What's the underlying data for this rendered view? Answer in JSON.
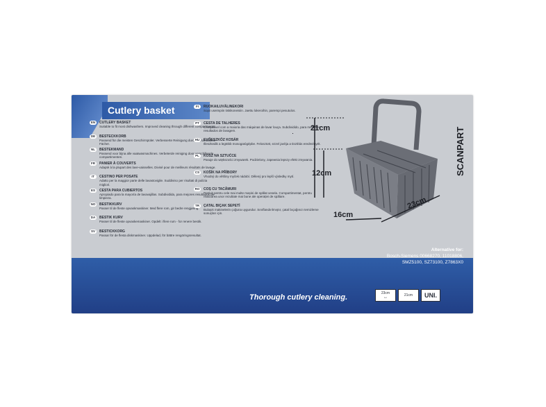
{
  "panel": {
    "title": "Cutlery basket",
    "tagline": "Thorough cutlery cleaning.",
    "brand": "SCANPART",
    "alternative_header": "Alternative for:",
    "alternative_lines": [
      "Bosch-Siemens 00668270, 11018806,",
      "SMZ5100, SZ73100, Z7863X0"
    ],
    "badge_width": "23cm",
    "badge_height": "21cm",
    "badge_uni": "UNI."
  },
  "dimensions": {
    "height_total": "21cm",
    "height_inner": "12cm",
    "depth": "16cm",
    "width": "23cm"
  },
  "languages_left": [
    {
      "code": "EN",
      "head": "CUTLERY BASKET",
      "body": "Suitable to fit most dishwashers. Improved cleaning through different compartments."
    },
    {
      "code": "DE",
      "head": "BESTECKKORB",
      "body": "Passend für die meisten Geschirrspüler. Verbesserte Reinigung durch verschiedene Fächer."
    },
    {
      "code": "NL",
      "head": "BESTEKMAND",
      "body": "Passend voor bijna alle vaatwasmachines. Verbeterde reiniging door verschillende compartimenten."
    },
    {
      "code": "FR",
      "head": "PANIER À COUVERTS",
      "body": "Adapté à la plupart des lave-vaisselles. Divisé pour de meilleurs résultats de lavage."
    },
    {
      "code": "IT",
      "head": "CESTINO PER POSATE",
      "body": "Adatto per la maggior parte delle lavastoviglie. Suddiviso per risultati di pulizia migliori."
    },
    {
      "code": "ES",
      "head": "CESTA PARA CUBIERTOS",
      "body": "Apropiado para la mayoría de lavavajillas. Subdividida, para mejores resultados de limpieza."
    },
    {
      "code": "NO",
      "head": "BESTIKKURV",
      "body": "Passer til de fleste opvaskmaskiner. Med flere rom, gir bedre rengjøring."
    },
    {
      "code": "DA",
      "head": "BESTIK KURV",
      "body": "Passer til de fleste opvaskemaskiner. Opdelt i flere rum - for renere bestik."
    },
    {
      "code": "SV",
      "head": "BESTICKKORG",
      "body": "Passar för de flesta diskmaskiner. Uppdelad, för bättre rengöringsresultat."
    }
  ],
  "languages_right": [
    {
      "code": "FI",
      "head": "RUOKAILUVÄLINEKORI",
      "body": "Sopii useimpiin tiskikoneisiin. Jaettu lokeroihin, parempi pesutulos."
    },
    {
      "code": "PT",
      "head": "CESTA DE TALHERES",
      "body": "Compatível com a maioria das máquinas de lavar louça. Subdividido, para melhores resultados de lavagem."
    },
    {
      "code": "HU",
      "head": "EVŐESZKÖZ KOSÁR",
      "body": "Illeszkedik a legtöbb mosogatógépbe. Felosztott, ezzel javítja a tisztítás eredményét."
    },
    {
      "code": "PL",
      "head": "KOSZ NA SZTUĆCE",
      "body": "Pasuje do większości zmywarek. Podzielony, zapewnia lepszy efekt zmywania."
    },
    {
      "code": "CS",
      "head": "KOŠÍK NA PŘÍBORY",
      "body": "Vhodný do většiny myček nádobí. Dělený pro lepší výsledky mytí."
    },
    {
      "code": "RO",
      "head": "COȘ CU TACÂMURI",
      "body": "Potrivit pentru cele mai multe mașini de spălat vesela. Compartimentat, pentru realizarea unor rezultate mai bune ale operației de spălare."
    },
    {
      "code": "TR",
      "head": "ÇATAL BIÇAK SEPETİ",
      "body": "Bulaşık makinelerin çoğuna uygundur. Sınıflandırılmıştır, çatal bıçağınızı temizleme sonuçları için."
    }
  ]
}
